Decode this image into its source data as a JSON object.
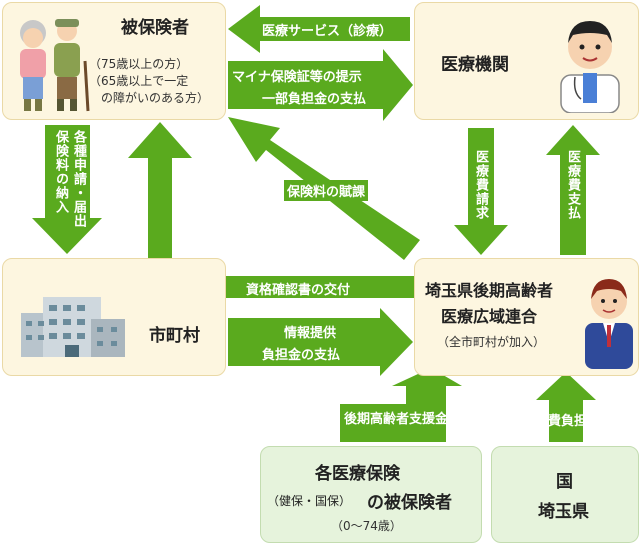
{
  "boxes": {
    "insured": {
      "title": "被保険者",
      "line1": "（75歳以上の方）",
      "line2": "（65歳以上で一定",
      "line3": "の障がいのある方）"
    },
    "medical": {
      "title": "医療機関"
    },
    "municipality": {
      "title": "市町村"
    },
    "union": {
      "title1": "埼玉県後期高齢者",
      "title2": "医療広域連合",
      "sub": "（全市町村が加入）"
    },
    "insurers": {
      "title1": "各医療保険",
      "title2a": "（健保・国保）",
      "title2b": "の被保険者",
      "sub": "（0〜74歳）"
    },
    "gov": {
      "line1": "国",
      "line2": "埼玉県"
    }
  },
  "arrows": {
    "medical_service": "医療サービス（診療）",
    "card_present": "マイナ保険証等の提示",
    "copay": "一部負担金の支払",
    "applications1": "各種申請・届出",
    "applications2": "保険料の納入",
    "premium_levy": "保険料の賦課",
    "qualification": "資格確認書の交付",
    "info1": "情報提供",
    "info2": "負担金の支払",
    "claim": "医療費請求",
    "payment": "医療費支払",
    "support": "後期高齢者支援金",
    "public": "公費負担"
  },
  "colors": {
    "arrow": "#5aaa1e",
    "cream": "#fdf6e0",
    "mint": "#e6f3dc"
  }
}
